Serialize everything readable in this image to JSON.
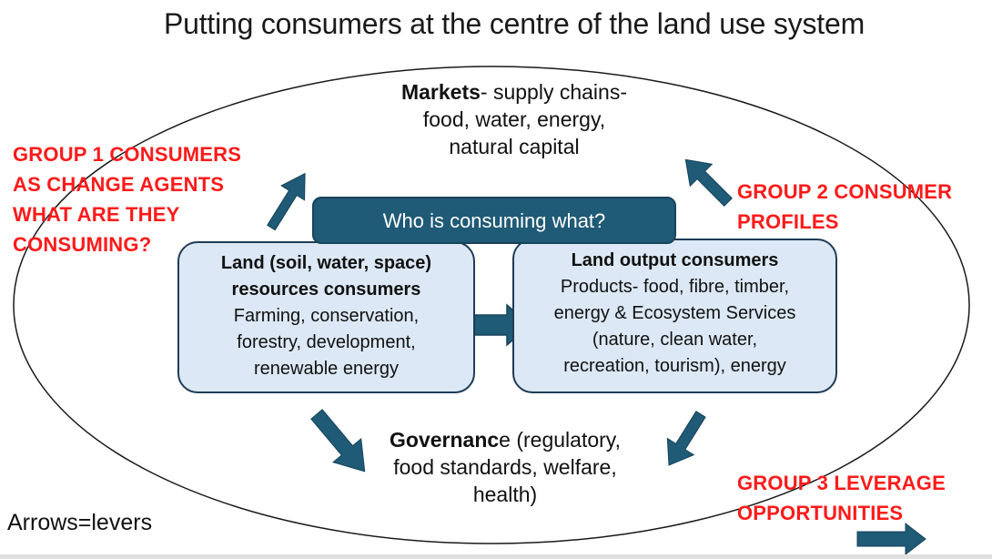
{
  "title": "Putting consumers at the centre of the land use system",
  "markets": {
    "bold": "Markets",
    "line1_rest": "- supply chains-",
    "line2": "food, water, energy,",
    "line3": "natural capital"
  },
  "banner": "Who is consuming what?",
  "left_box": {
    "line1": "Land (soil, water, space)",
    "line2": "resources consumers",
    "line3": "Farming, conservation,",
    "line4": "forestry, development,",
    "line5": "renewable energy"
  },
  "right_box": {
    "line1": "Land output consumers",
    "line2": "Products- food, fibre, timber,",
    "line3": "energy  & Ecosystem Services",
    "line4": "(nature, clean water,",
    "line5": "recreation, tourism), energy"
  },
  "governance": {
    "bold": "Governanc",
    "line1_rest": "e (regulatory,",
    "line2": "food standards, welfare,",
    "line3": "health)"
  },
  "group1": [
    "GROUP 1 CONSUMERS",
    "AS CHANGE AGENTS",
    "WHAT ARE THEY",
    "CONSUMING?"
  ],
  "group2": [
    "GROUP 2 CONSUMER",
    "PROFILES"
  ],
  "group3": [
    "GROUP 3 LEVERAGE",
    "OPPORTUNITIES"
  ],
  "footer": "Arrows=levers",
  "colors": {
    "arrow": "#1f5a76",
    "red": "#ff1a1a",
    "box_fill": "#dce8f5"
  }
}
